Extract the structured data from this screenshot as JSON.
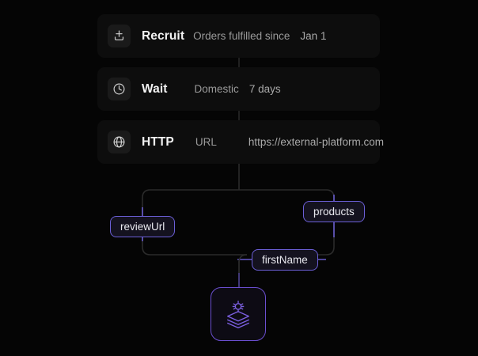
{
  "canvas": {
    "background": "#050505",
    "accent": "#6b5fd6",
    "card_background": "#0d0d0d",
    "pill_background": "#14121f",
    "wire_dim_color": "#2a2a2a"
  },
  "steps": [
    {
      "id": "recruit",
      "icon": "tray-import-icon",
      "title": "Recruit",
      "key": "Orders fulfilled since",
      "value": "Jan 1"
    },
    {
      "id": "wait",
      "icon": "clock-icon",
      "title": "Wait",
      "key": "Domestic",
      "value": "7 days"
    },
    {
      "id": "http",
      "icon": "globe-icon",
      "title": "HTTP",
      "key": "URL",
      "value": "https://external-platform.com"
    }
  ],
  "variables": [
    {
      "id": "reviewUrl",
      "label": "reviewUrl"
    },
    {
      "id": "products",
      "label": "products"
    },
    {
      "id": "firstName",
      "label": "firstName"
    }
  ],
  "terminal": {
    "icon": "layers-gear-icon",
    "label": ""
  }
}
